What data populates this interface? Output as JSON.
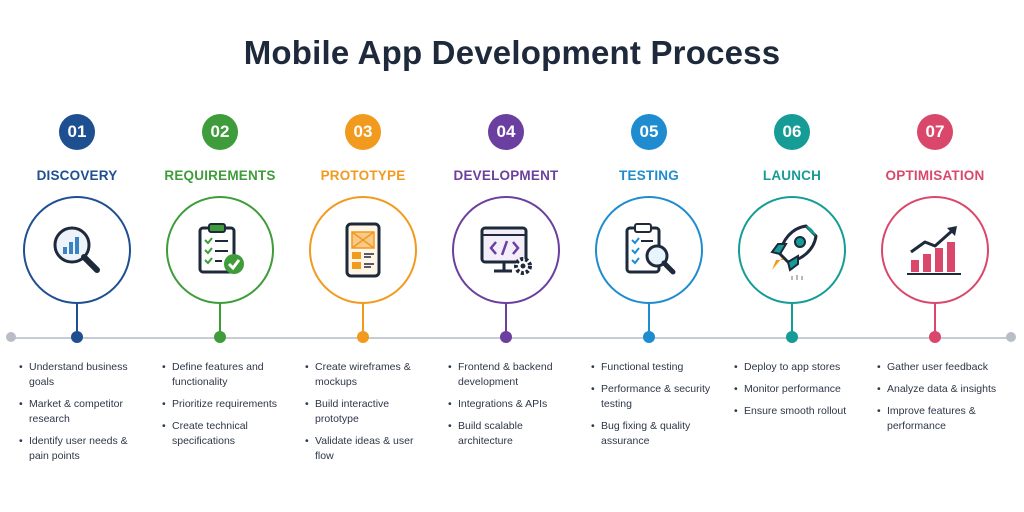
{
  "title": "Mobile App Development Process",
  "steps": [
    {
      "number": "01",
      "title": "DISCOVERY",
      "color": "#1e4f91",
      "icon": "magnifier-chart-icon",
      "bullets": [
        "Understand business goals",
        "Market & competitor research",
        "Identify user needs & pain points"
      ]
    },
    {
      "number": "02",
      "title": "REQUIREMENTS",
      "color": "#3f9c3a",
      "icon": "clipboard-check-icon",
      "bullets": [
        "Define features and functionality",
        "Prioritize requirements",
        "Create technical specifications"
      ]
    },
    {
      "number": "03",
      "title": "PROTOTYPE",
      "color": "#f29a1e",
      "icon": "wireframe-phone-icon",
      "bullets": [
        "Create wireframes & mockups",
        "Build interactive prototype",
        "Validate ideas & user flow"
      ]
    },
    {
      "number": "04",
      "title": "DEVELOPMENT",
      "color": "#6b3fa0",
      "icon": "code-monitor-gear-icon",
      "bullets": [
        "Frontend & backend development",
        "Integrations & APIs",
        "Build scalable architecture"
      ]
    },
    {
      "number": "05",
      "title": "TESTING",
      "color": "#1e8ccf",
      "icon": "clipboard-magnifier-icon",
      "bullets": [
        "Functional testing",
        "Performance & security testing",
        "Bug fixing & quality assurance"
      ]
    },
    {
      "number": "06",
      "title": "LAUNCH",
      "color": "#169c96",
      "icon": "rocket-icon",
      "bullets": [
        "Deploy to app stores",
        "Monitor performance",
        "Ensure smooth rollout"
      ]
    },
    {
      "number": "07",
      "title": "OPTIMISATION",
      "color": "#d9486b",
      "icon": "growth-chart-icon",
      "bullets": [
        "Gather user feedback",
        "Analyze data & insights",
        "Improve features & performance"
      ]
    }
  ]
}
